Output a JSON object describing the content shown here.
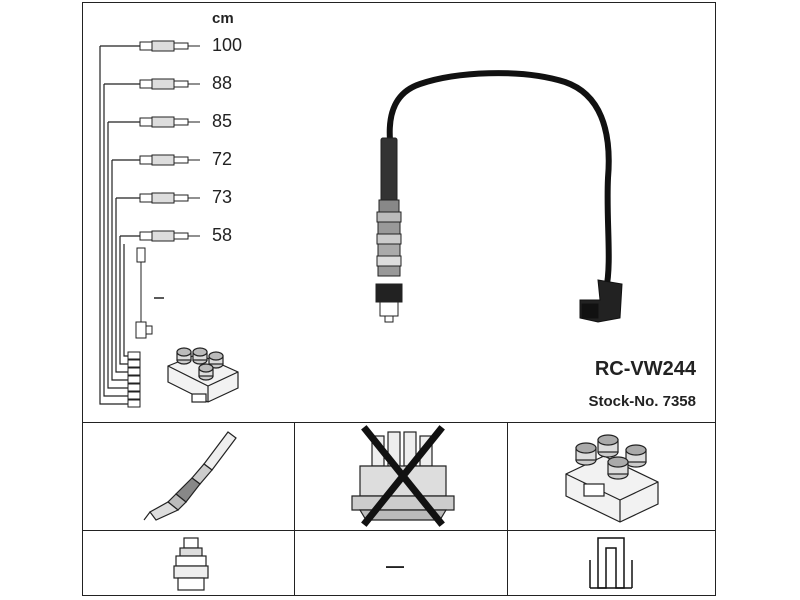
{
  "header": {
    "unit": "cm"
  },
  "cables": [
    {
      "length": "100"
    },
    {
      "length": "88"
    },
    {
      "length": "85"
    },
    {
      "length": "72"
    },
    {
      "length": "73"
    },
    {
      "length": "58"
    }
  ],
  "product": {
    "model": "RC-VW244",
    "stock": "Stock-No. 7358"
  },
  "icons": {
    "dash_mid": "—",
    "dash_bottom": "—"
  }
}
